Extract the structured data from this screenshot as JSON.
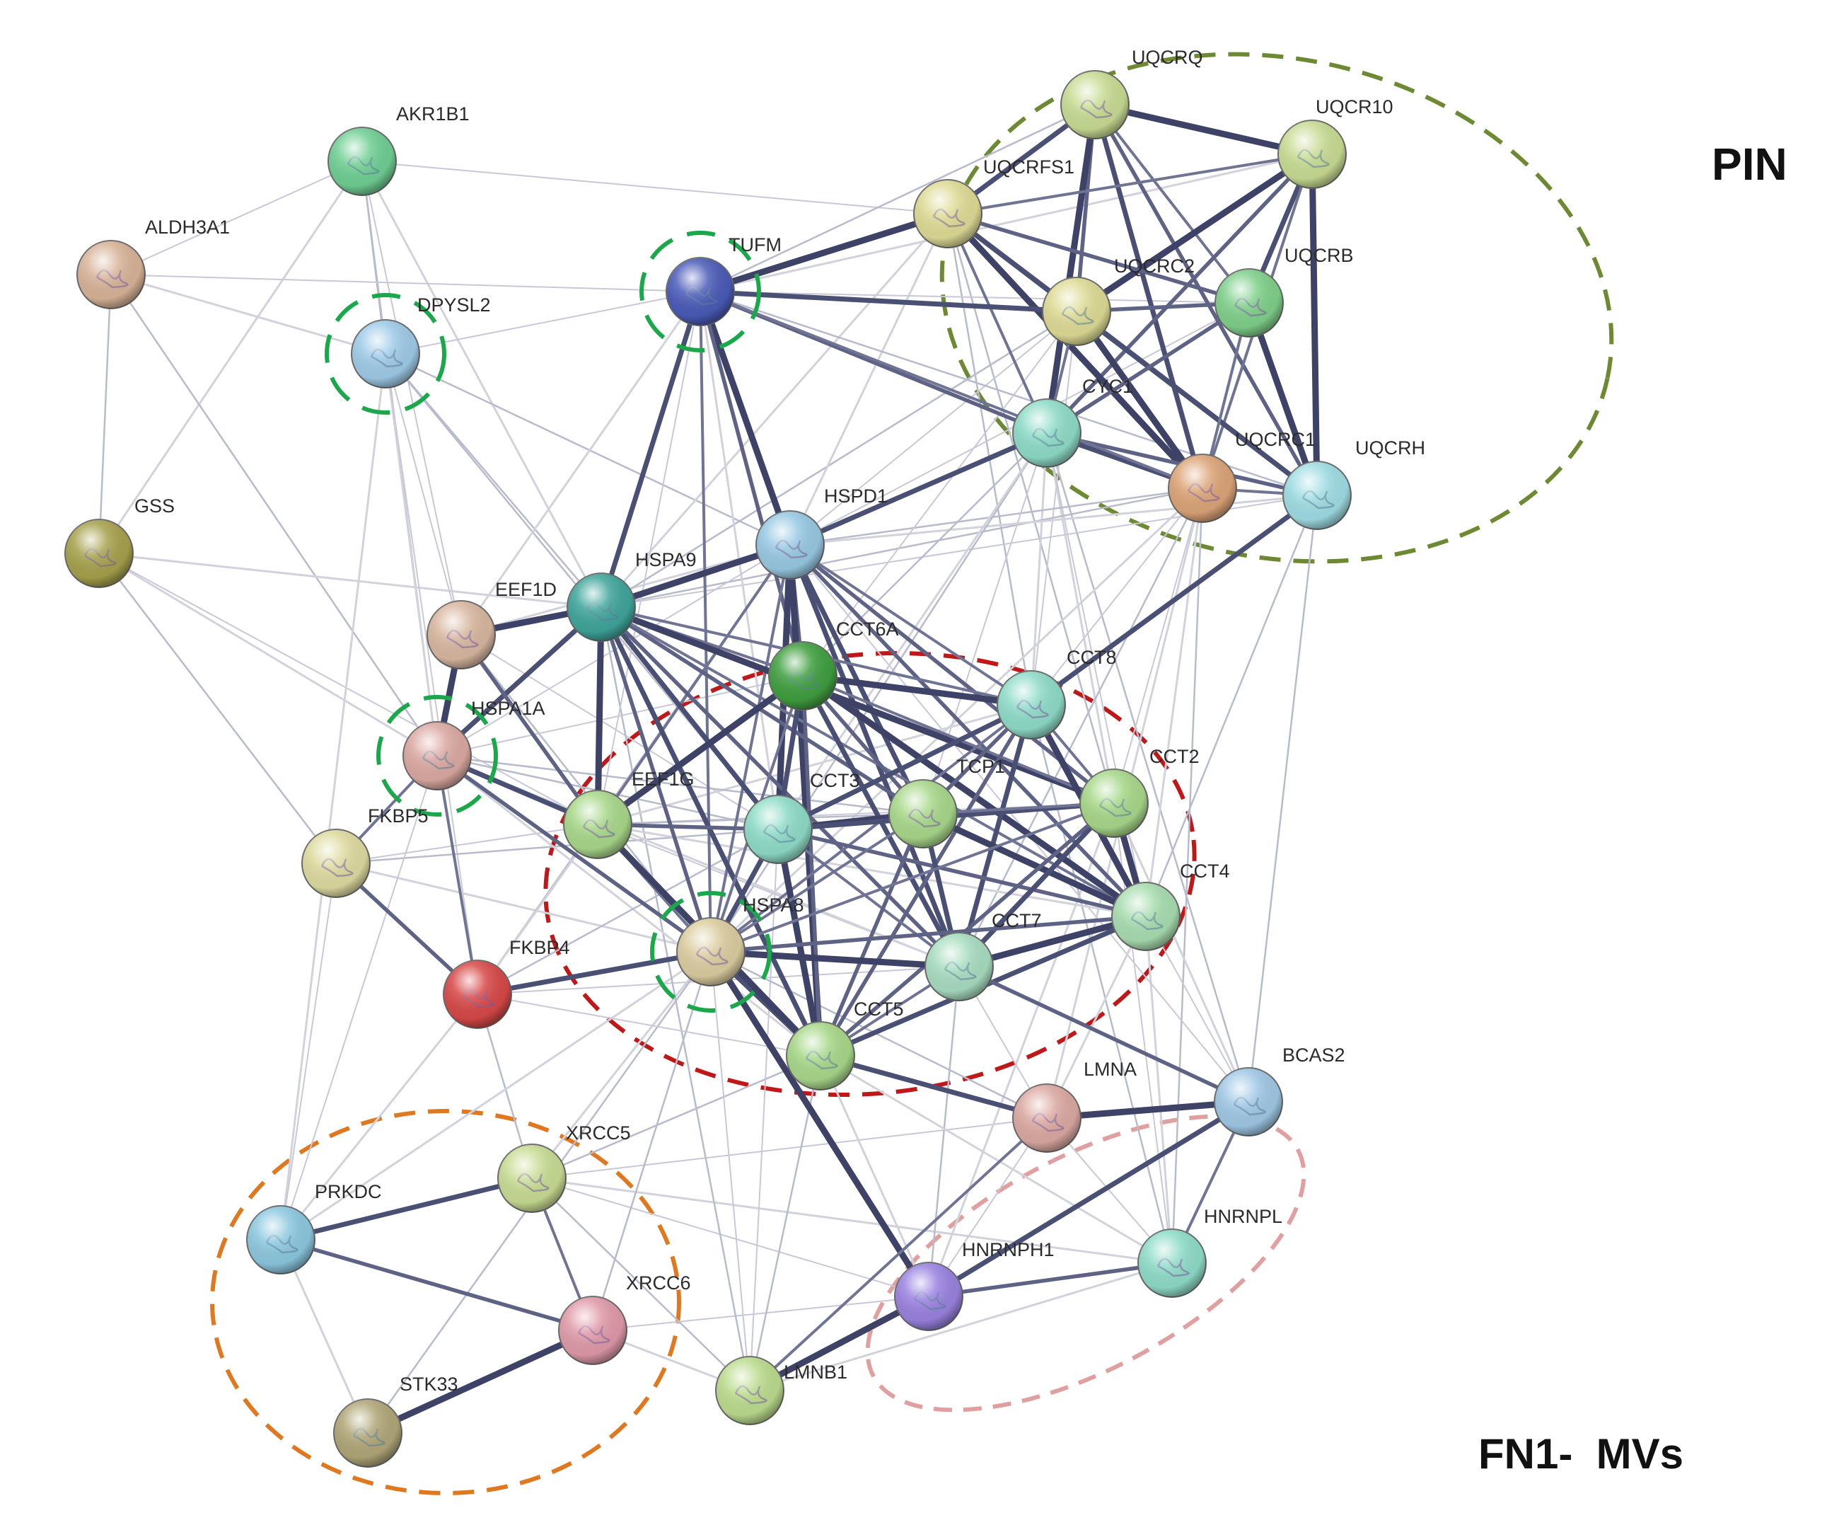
{
  "labels": {
    "pin": "PIN",
    "fn1": "FN1-  MVs"
  },
  "nodes": [
    {
      "id": "AKR1B1",
      "color": "#6fcf93"
    },
    {
      "id": "ALDH3A1",
      "color": "#d8b398"
    },
    {
      "id": "DPYSL2",
      "color": "#9fcbe8"
    },
    {
      "id": "GSS",
      "color": "#a6a14c"
    },
    {
      "id": "TUFM",
      "color": "#4a5bb8"
    },
    {
      "id": "UQCRQ",
      "color": "#c8dc93"
    },
    {
      "id": "UQCR10",
      "color": "#c8dc93"
    },
    {
      "id": "UQCRFS1",
      "color": "#dedb95"
    },
    {
      "id": "UQCRC2",
      "color": "#dedb95"
    },
    {
      "id": "UQCRB",
      "color": "#7fd08a"
    },
    {
      "id": "CYC1",
      "color": "#8fdcc8"
    },
    {
      "id": "UQCRC1",
      "color": "#dca477"
    },
    {
      "id": "UQCRH",
      "color": "#9fdde3"
    },
    {
      "id": "HSPD1",
      "color": "#98c9e3"
    },
    {
      "id": "HSPA9",
      "color": "#3fa59b"
    },
    {
      "id": "EEF1D",
      "color": "#d8b7a0"
    },
    {
      "id": "CCT6A",
      "color": "#3f9f3f"
    },
    {
      "id": "CCT8",
      "color": "#8fdcc8"
    },
    {
      "id": "HSPA1A",
      "color": "#dca9a2"
    },
    {
      "id": "EEF1G",
      "color": "#a8d88a"
    },
    {
      "id": "CCT3",
      "color": "#8fdcc8"
    },
    {
      "id": "TCP1",
      "color": "#a8d88a"
    },
    {
      "id": "CCT2",
      "color": "#a8d88a"
    },
    {
      "id": "FKBP5",
      "color": "#dedba0"
    },
    {
      "id": "CCT4",
      "color": "#a8ddb0"
    },
    {
      "id": "HSPA8",
      "color": "#dccda0"
    },
    {
      "id": "CCT7",
      "color": "#a8ddc0"
    },
    {
      "id": "FKBP4",
      "color": "#d84848"
    },
    {
      "id": "CCT5",
      "color": "#a8d88a"
    },
    {
      "id": "LMNA",
      "color": "#dca9a2"
    },
    {
      "id": "BCAS2",
      "color": "#a0c8e6"
    },
    {
      "id": "XRCC5",
      "color": "#c8dc93"
    },
    {
      "id": "PRKDC",
      "color": "#8cc8e0"
    },
    {
      "id": "HNRNPL",
      "color": "#8fdcc8"
    },
    {
      "id": "HNRNPH1",
      "color": "#9a82e0"
    },
    {
      "id": "XRCC6",
      "color": "#e09aa8"
    },
    {
      "id": "STK33",
      "color": "#b0a678"
    },
    {
      "id": "LMNB1",
      "color": "#bcdc8e"
    }
  ],
  "edges_strong": [
    [
      "UQCRQ",
      "UQCR10"
    ],
    [
      "UQCRQ",
      "UQCRFS1"
    ],
    [
      "UQCRQ",
      "UQCRC2"
    ],
    [
      "UQCRQ",
      "UQCRB"
    ],
    [
      "UQCRQ",
      "CYC1"
    ],
    [
      "UQCRQ",
      "UQCRC1"
    ],
    [
      "UQCRQ",
      "UQCRH"
    ],
    [
      "UQCR10",
      "UQCRFS1"
    ],
    [
      "UQCR10",
      "UQCRC2"
    ],
    [
      "UQCR10",
      "UQCRB"
    ],
    [
      "UQCR10",
      "CYC1"
    ],
    [
      "UQCR10",
      "UQCRC1"
    ],
    [
      "UQCR10",
      "UQCRH"
    ],
    [
      "UQCRFS1",
      "UQCRC2"
    ],
    [
      "UQCRFS1",
      "UQCRB"
    ],
    [
      "UQCRFS1",
      "CYC1"
    ],
    [
      "UQCRFS1",
      "UQCRC1"
    ],
    [
      "UQCRFS1",
      "UQCRH"
    ],
    [
      "UQCRC2",
      "UQCRB"
    ],
    [
      "UQCRC2",
      "CYC1"
    ],
    [
      "UQCRC2",
      "UQCRC1"
    ],
    [
      "UQCRC2",
      "UQCRH"
    ],
    [
      "UQCRB",
      "CYC1"
    ],
    [
      "UQCRB",
      "UQCRC1"
    ],
    [
      "UQCRB",
      "UQCRH"
    ],
    [
      "CYC1",
      "UQCRC1"
    ],
    [
      "CYC1",
      "UQCRH"
    ],
    [
      "UQCRC1",
      "UQCRH"
    ],
    [
      "TUFM",
      "UQCRFS1"
    ],
    [
      "TUFM",
      "UQCRC2"
    ],
    [
      "TUFM",
      "CYC1"
    ],
    [
      "TUFM",
      "UQCRC1"
    ],
    [
      "TUFM",
      "HSPD1"
    ],
    [
      "TUFM",
      "HSPA9"
    ],
    [
      "TUFM",
      "CCT6A"
    ],
    [
      "TUFM",
      "HSPA8"
    ],
    [
      "HSPD1",
      "HSPA9"
    ],
    [
      "HSPD1",
      "CYC1"
    ],
    [
      "HSPD1",
      "CCT6A"
    ],
    [
      "HSPD1",
      "CCT8"
    ],
    [
      "HSPD1",
      "CCT3"
    ],
    [
      "HSPD1",
      "TCP1"
    ],
    [
      "HSPD1",
      "CCT2"
    ],
    [
      "HSPD1",
      "HSPA8"
    ],
    [
      "HSPD1",
      "CCT5"
    ],
    [
      "HSPD1",
      "CCT7"
    ],
    [
      "HSPD1",
      "CCT4"
    ],
    [
      "HSPD1",
      "EEF1G"
    ],
    [
      "HSPA9",
      "EEF1D"
    ],
    [
      "HSPA9",
      "HSPA1A"
    ],
    [
      "HSPA9",
      "HSPA8"
    ],
    [
      "HSPA9",
      "CCT6A"
    ],
    [
      "HSPA9",
      "EEF1G"
    ],
    [
      "HSPA9",
      "CCT3"
    ],
    [
      "HSPA9",
      "TCP1"
    ],
    [
      "HSPA9",
      "CCT8"
    ],
    [
      "HSPA9",
      "CCT2"
    ],
    [
      "HSPA9",
      "CCT5"
    ],
    [
      "HSPA9",
      "CCT7"
    ],
    [
      "HSPA9",
      "CCT4"
    ],
    [
      "CCT6A",
      "CCT8"
    ],
    [
      "CCT6A",
      "CCT3"
    ],
    [
      "CCT6A",
      "TCP1"
    ],
    [
      "CCT6A",
      "CCT2"
    ],
    [
      "CCT6A",
      "CCT4"
    ],
    [
      "CCT6A",
      "CCT7"
    ],
    [
      "CCT6A",
      "CCT5"
    ],
    [
      "CCT6A",
      "HSPA8"
    ],
    [
      "CCT6A",
      "EEF1G"
    ],
    [
      "CCT8",
      "CCT3"
    ],
    [
      "CCT8",
      "TCP1"
    ],
    [
      "CCT8",
      "CCT2"
    ],
    [
      "CCT8",
      "CCT4"
    ],
    [
      "CCT8",
      "CCT7"
    ],
    [
      "CCT8",
      "CCT5"
    ],
    [
      "CCT8",
      "HSPA8"
    ],
    [
      "CCT3",
      "TCP1"
    ],
    [
      "CCT3",
      "CCT2"
    ],
    [
      "CCT3",
      "CCT4"
    ],
    [
      "CCT3",
      "CCT7"
    ],
    [
      "CCT3",
      "CCT5"
    ],
    [
      "CCT3",
      "HSPA8"
    ],
    [
      "CCT3",
      "EEF1G"
    ],
    [
      "TCP1",
      "CCT2"
    ],
    [
      "TCP1",
      "CCT4"
    ],
    [
      "TCP1",
      "CCT7"
    ],
    [
      "TCP1",
      "CCT5"
    ],
    [
      "TCP1",
      "HSPA8"
    ],
    [
      "CCT2",
      "CCT4"
    ],
    [
      "CCT2",
      "CCT7"
    ],
    [
      "CCT2",
      "CCT5"
    ],
    [
      "CCT2",
      "HSPA8"
    ],
    [
      "CCT4",
      "CCT7"
    ],
    [
      "CCT4",
      "CCT5"
    ],
    [
      "CCT4",
      "HSPA8"
    ],
    [
      "CCT7",
      "CCT5"
    ],
    [
      "CCT7",
      "HSPA8"
    ],
    [
      "CCT5",
      "HSPA8"
    ],
    [
      "EEF1D",
      "EEF1G"
    ],
    [
      "EEF1G",
      "HSPA8"
    ],
    [
      "EEF1G",
      "CCT5"
    ],
    [
      "EEF1G",
      "HSPA1A"
    ],
    [
      "HSPA1A",
      "HSPA8"
    ],
    [
      "HSPA1A",
      "FKBP4"
    ],
    [
      "HSPA1A",
      "EEF1D"
    ],
    [
      "HSPA8",
      "FKBP4"
    ],
    [
      "FKBP5",
      "FKBP4"
    ],
    [
      "FKBP5",
      "HSPA1A"
    ],
    [
      "HSPA8",
      "HNRNPH1"
    ],
    [
      "CCT5",
      "LMNA"
    ],
    [
      "CCT7",
      "BCAS2"
    ],
    [
      "LMNA",
      "LMNB1"
    ],
    [
      "LMNA",
      "BCAS2"
    ],
    [
      "BCAS2",
      "HNRNPH1"
    ],
    [
      "HNRNPL",
      "HNRNPH1"
    ],
    [
      "HNRNPL",
      "BCAS2"
    ],
    [
      "LMNB1",
      "HNRNPH1"
    ],
    [
      "PRKDC",
      "XRCC5"
    ],
    [
      "PRKDC",
      "XRCC6"
    ],
    [
      "XRCC5",
      "XRCC6"
    ],
    [
      "XRCC6",
      "STK33"
    ],
    [
      "UQCRH",
      "CCT8"
    ]
  ],
  "edges_weak": [
    [
      "AKR1B1",
      "ALDH3A1"
    ],
    [
      "AKR1B1",
      "DPYSL2"
    ],
    [
      "AKR1B1",
      "GSS"
    ],
    [
      "AKR1B1",
      "UQCRFS1"
    ],
    [
      "AKR1B1",
      "HSPA1A"
    ],
    [
      "AKR1B1",
      "HSPA9"
    ],
    [
      "AKR1B1",
      "EEF1D"
    ],
    [
      "ALDH3A1",
      "GSS"
    ],
    [
      "ALDH3A1",
      "DPYSL2"
    ],
    [
      "ALDH3A1",
      "TUFM"
    ],
    [
      "ALDH3A1",
      "HSPA1A"
    ],
    [
      "GSS",
      "HSPA1A"
    ],
    [
      "GSS",
      "EEF1G"
    ],
    [
      "GSS",
      "FKBP5"
    ],
    [
      "GSS",
      "HSPA9"
    ],
    [
      "DPYSL2",
      "TUFM"
    ],
    [
      "DPYSL2",
      "HSPA9"
    ],
    [
      "DPYSL2",
      "HSPA1A"
    ],
    [
      "DPYSL2",
      "EEF1D"
    ],
    [
      "DPYSL2",
      "HSPD1"
    ],
    [
      "DPYSL2",
      "PRKDC"
    ],
    [
      "DPYSL2",
      "FKBP4"
    ],
    [
      "DPYSL2",
      "CCT3"
    ],
    [
      "EEF1D",
      "HSPD1"
    ],
    [
      "EEF1D",
      "CCT3"
    ],
    [
      "EEF1D",
      "HSPA8"
    ],
    [
      "EEF1D",
      "TUFM"
    ],
    [
      "FKBP5",
      "PRKDC"
    ],
    [
      "FKBP5",
      "CCT3"
    ],
    [
      "FKBP5",
      "HSPA8"
    ],
    [
      "FKBP5",
      "EEF1G"
    ],
    [
      "FKBP4",
      "XRCC5"
    ],
    [
      "FKBP4",
      "PRKDC"
    ],
    [
      "FKBP4",
      "CCT7"
    ],
    [
      "FKBP4",
      "HSPD1"
    ],
    [
      "XRCC5",
      "HSPA8"
    ],
    [
      "XRCC5",
      "HNRNPH1"
    ],
    [
      "XRCC5",
      "LMNB1"
    ],
    [
      "XRCC5",
      "HNRNPL"
    ],
    [
      "XRCC5",
      "LMNA"
    ],
    [
      "XRCC5",
      "CCT5"
    ],
    [
      "XRCC6",
      "LMNB1"
    ],
    [
      "XRCC6",
      "HNRNPH1"
    ],
    [
      "XRCC6",
      "HSPA8"
    ],
    [
      "PRKDC",
      "HSPA8"
    ],
    [
      "PRKDC",
      "HSPA1A"
    ],
    [
      "STK33",
      "HSPA8"
    ],
    [
      "STK33",
      "PRKDC"
    ],
    [
      "LMNB1",
      "HSPA8"
    ],
    [
      "LMNB1",
      "CCT5"
    ],
    [
      "LMNB1",
      "HNRNPL"
    ],
    [
      "LMNB1",
      "CCT3"
    ],
    [
      "LMNB1",
      "HSPA9"
    ],
    [
      "HNRNPH1",
      "CCT5"
    ],
    [
      "HNRNPH1",
      "LMNA"
    ],
    [
      "HNRNPH1",
      "CCT7"
    ],
    [
      "HNRNPH1",
      "CCT2"
    ],
    [
      "HNRNPL",
      "LMNA"
    ],
    [
      "HNRNPL",
      "CCT8"
    ],
    [
      "HNRNPL",
      "CCT4"
    ],
    [
      "HNRNPL",
      "CCT2"
    ],
    [
      "HNRNPL",
      "UQCRC1"
    ],
    [
      "HNRNPL",
      "CCT5"
    ],
    [
      "BCAS2",
      "CCT4"
    ],
    [
      "BCAS2",
      "UQCRH"
    ],
    [
      "BCAS2",
      "CCT2"
    ],
    [
      "BCAS2",
      "HSPD1"
    ],
    [
      "BCAS2",
      "CYC1"
    ],
    [
      "LMNA",
      "CCT4"
    ],
    [
      "LMNA",
      "CCT7"
    ],
    [
      "LMNA",
      "HSPA8"
    ],
    [
      "LMNA",
      "UQCRC1"
    ],
    [
      "CCT2",
      "UQCRC1"
    ],
    [
      "CCT2",
      "UQCRFS1"
    ],
    [
      "CCT2",
      "CYC1"
    ],
    [
      "CCT8",
      "UQCRC2"
    ],
    [
      "CCT8",
      "UQCRFS1"
    ],
    [
      "CCT8",
      "CYC1"
    ],
    [
      "CCT8",
      "UQCRC1"
    ],
    [
      "CCT4",
      "UQCRH"
    ],
    [
      "CCT4",
      "UQCRC1"
    ],
    [
      "CCT4",
      "CYC1"
    ],
    [
      "HSPA9",
      "UQCRC1"
    ],
    [
      "HSPA9",
      "UQCRFS1"
    ],
    [
      "HSPA9",
      "UQCRH"
    ],
    [
      "HSPA9",
      "UQCRC2"
    ],
    [
      "HSPD1",
      "UQCRFS1"
    ],
    [
      "HSPD1",
      "UQCRC2"
    ],
    [
      "HSPD1",
      "UQCRC1"
    ],
    [
      "HSPD1",
      "UQCRH"
    ],
    [
      "HSPD1",
      "UQCRB"
    ],
    [
      "TUFM",
      "UQCRQ"
    ],
    [
      "TUFM",
      "UQCR10"
    ],
    [
      "TUFM",
      "UQCRB"
    ],
    [
      "TUFM",
      "UQCRH"
    ],
    [
      "TUFM",
      "CCT3"
    ],
    [
      "TUFM",
      "EEF1G"
    ],
    [
      "HSPA8",
      "CYC1"
    ],
    [
      "HSPA8",
      "UQCRC1"
    ],
    [
      "CCT6A",
      "UQCRC2"
    ],
    [
      "CCT6A",
      "CYC1"
    ],
    [
      "CCT3",
      "CYC1"
    ],
    [
      "TCP1",
      "CYC1"
    ],
    [
      "CCT7",
      "UQCRC1"
    ],
    [
      "EEF1G",
      "CCT8"
    ],
    [
      "EEF1G",
      "CCT2"
    ],
    [
      "EEF1G",
      "TCP1"
    ],
    [
      "EEF1G",
      "CCT4"
    ],
    [
      "EEF1G",
      "CCT7"
    ],
    [
      "HSPA1A",
      "CCT3"
    ],
    [
      "HSPA1A",
      "CCT5"
    ],
    [
      "HSPA1A",
      "CCT6A"
    ],
    [
      "HSPA1A",
      "TCP1"
    ],
    [
      "HSPA1A",
      "CCT7"
    ],
    [
      "HSPA1A",
      "HSPD1"
    ],
    [
      "FKBP4",
      "CCT3"
    ],
    [
      "FKBP4",
      "EEF1G"
    ],
    [
      "FKBP4",
      "CCT5"
    ]
  ]
}
